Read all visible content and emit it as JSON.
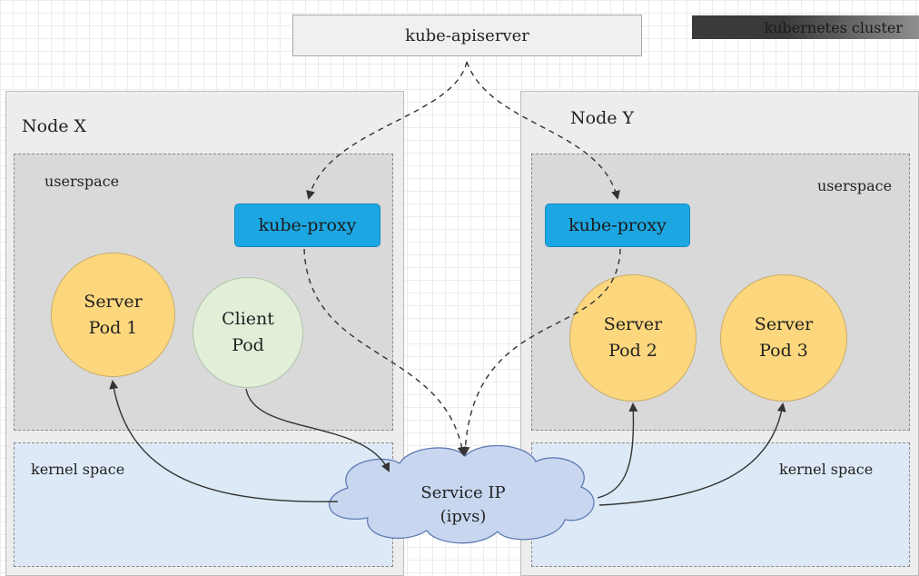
{
  "cluster_label": "kubernetes cluster",
  "apiserver": {
    "label": "kube-apiserver"
  },
  "service": {
    "label": "Service IP",
    "sublabel": "(ipvs)"
  },
  "node_x": {
    "title": "Node X",
    "userspace_label": "userspace",
    "kernel_label": "kernel space",
    "proxy_label": "kube-proxy",
    "server_pod": {
      "line1": "Server",
      "line2": "Pod 1"
    },
    "client_pod": {
      "line1": "Client",
      "line2": "Pod"
    }
  },
  "node_y": {
    "title": "Node Y",
    "userspace_label": "userspace",
    "kernel_label": "kernel space",
    "proxy_label": "kube-proxy",
    "server_pod_2": {
      "line1": "Server",
      "line2": "Pod 2"
    },
    "server_pod_3": {
      "line1": "Server",
      "line2": "Pod 3"
    }
  },
  "colors": {
    "proxy": "#1ca7e3",
    "server_pod": "#fdd77d",
    "client_pod": "#e1efd9",
    "userspace": "#d9d9d9",
    "kernel_space": "#dde9f7",
    "service_cloud": "#c8d6f0"
  }
}
